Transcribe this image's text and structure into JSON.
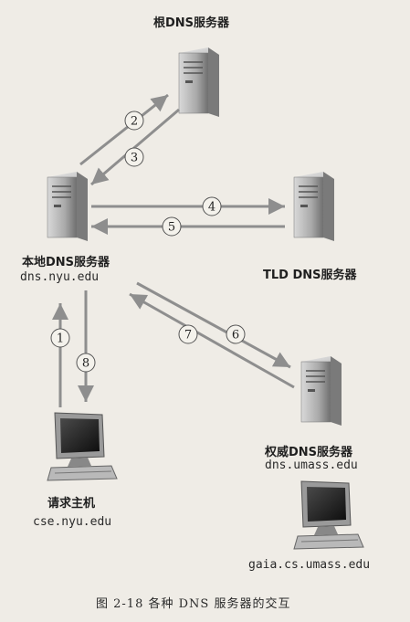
{
  "nodes": {
    "root": {
      "title": "根DNS服务器"
    },
    "local": {
      "title": "本地DNS服务器",
      "host": "dns.nyu.edu"
    },
    "tld": {
      "title": "TLD DNS服务器"
    },
    "auth": {
      "title": "权威DNS服务器",
      "host": "dns.umass.edu"
    },
    "requester": {
      "title": "请求主机",
      "host": "cse.nyu.edu"
    },
    "target": {
      "host": "gaia.cs.umass.edu"
    }
  },
  "steps": [
    "1",
    "2",
    "3",
    "4",
    "5",
    "6",
    "7",
    "8"
  ],
  "caption": "图 2-18    各种 DNS 服务器的交互",
  "colors": {
    "arrow": "#8e8e8e",
    "server": "#8a8a8a",
    "background": "#efece6"
  }
}
